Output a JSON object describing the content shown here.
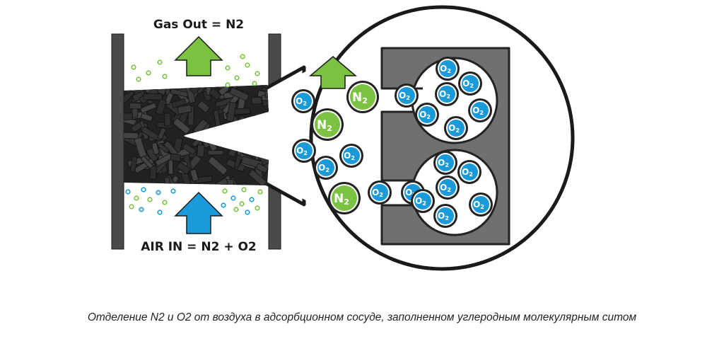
{
  "labels": {
    "gas_out": "Gas Out = N2",
    "air_in": "AIR IN = N2 + O2"
  },
  "molecules": {
    "o2": "O2",
    "n2": "N2"
  },
  "caption": "Отделение N2 и O2 от воздуха в адсорбционном сосуде, заполненном углеродным молекулярным ситом",
  "colors": {
    "o2": "#1a9ad9",
    "n2": "#7cc242",
    "arrow_green": "#7cc242",
    "arrow_blue": "#1a9ad9",
    "wall": "#4a4a4a",
    "pore": "#707070",
    "carbon": "#333333"
  }
}
